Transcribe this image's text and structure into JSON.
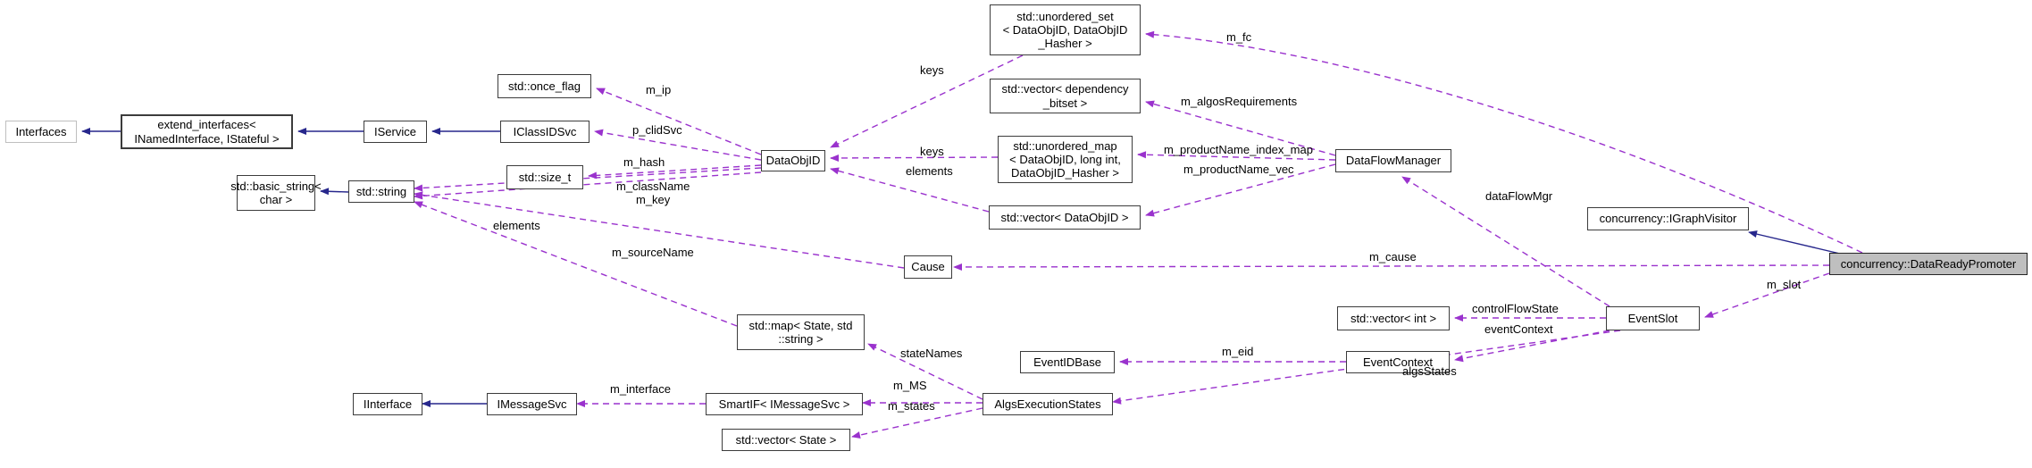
{
  "colors": {
    "inheritance_edge": "#27278c",
    "usage_edge": "#9a32cd",
    "node_border": "#3c3c3c",
    "ghost_node_border": "#bfbfbf",
    "current_node_fill": "#bfbfbf",
    "background": "#ffffff"
  },
  "nodes": {
    "interfaces": "Interfaces",
    "extend_interfaces": "extend_interfaces<\nINamedInterface, IStateful >",
    "iservice": "IService",
    "once_flag": "std::once_flag",
    "iclassidsvc": "IClassIDSvc",
    "size_t": "std::size_t",
    "dataobjid": "DataObjID",
    "unordered_set": "std::unordered_set\n< DataObjID, DataObjID\n_Hasher >",
    "vector_dependency_bitset": "std::vector< dependency\n_bitset >",
    "unordered_map": "std::unordered_map\n< DataObjID, long int,\nDataObjID_Hasher >",
    "vector_dataobjid": "std::vector< DataObjID >",
    "dataflowmanager": "DataFlowManager",
    "igraphvisitor": "concurrency::IGraphVisitor",
    "datareadypromoter": "concurrency::DataReadyPromoter",
    "eventslot": "EventSlot",
    "cause": "Cause",
    "vector_int": "std::vector< int >",
    "map_state_string": "std::map< State, std\n::string >",
    "eventidbase": "EventIDBase",
    "eventcontext": "EventContext",
    "basic_string": "std::basic_string<\nchar >",
    "std_string": "std::string",
    "iinterface": "IInterface",
    "imessagesvc": "IMessageSvc",
    "smartif": "SmartIF< IMessageSvc >",
    "algsexecutionstates": "AlgsExecutionStates",
    "vector_state": "std::vector< State >"
  },
  "edge_labels": {
    "m_ip": "m_ip",
    "p_clidSvc": "p_clidSvc",
    "m_hash": "m_hash",
    "m_className": "m_className",
    "m_key": "m_key",
    "keys_set": "keys",
    "keys_map": "keys",
    "elements_vec": "elements",
    "m_fc": "m_fc",
    "m_algosRequirements": "m_algosRequirements",
    "m_productName_index_map": "m_productName_index_map",
    "m_productName_vec": "m_productName_vec",
    "dataFlowMgr": "dataFlowMgr",
    "m_cause": "m_cause",
    "m_sourceName": "m_sourceName",
    "elements_map": "elements",
    "m_slot": "m_slot",
    "controlFlowState": "controlFlowState",
    "eventContext": "eventContext",
    "m_eid": "m_eid",
    "algsStates": "algsStates",
    "stateNames": "stateNames",
    "m_MS": "m_MS",
    "m_states": "m_states",
    "m_interface": "m_interface"
  }
}
